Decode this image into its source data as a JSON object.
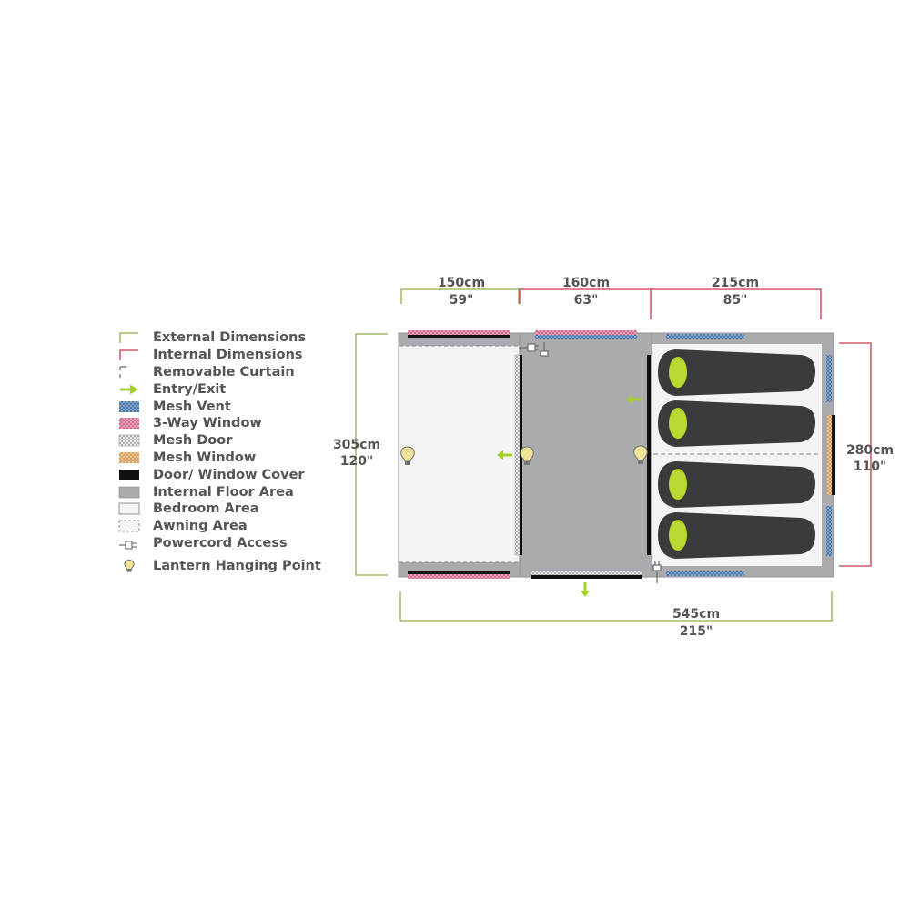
{
  "colors": {
    "external": "#8eae4a",
    "internal": "#c8364b",
    "mesh_vent": "#3d6a9c",
    "three_way_window": "#cf5c86",
    "mesh_door": "#bbbbbb",
    "mesh_window": "#d49650",
    "cover": "#111111",
    "floor": "#a9abae",
    "bedroom": "#f4f4f4",
    "sleeping_bag": "#3a3b3d",
    "sleeping_bag_hood": "#b8d930",
    "arrow": "#a6cf2a",
    "lantern": "#f0e49a",
    "text": "#555555"
  },
  "dimensions": {
    "section_1": {
      "cm": "150cm",
      "in": "59\""
    },
    "section_2": {
      "cm": "160cm",
      "in": "63\""
    },
    "section_3": {
      "cm": "215cm",
      "in": "85\""
    },
    "height_external": {
      "cm": "305cm",
      "in": "120\""
    },
    "height_internal": {
      "cm": "280cm",
      "in": "110\""
    },
    "total_length": {
      "cm": "545cm",
      "in": "215\""
    }
  },
  "legend": [
    {
      "key": "external",
      "label": "External Dimensions"
    },
    {
      "key": "internal",
      "label": "Internal Dimensions"
    },
    {
      "key": "curtain",
      "label": "Removable Curtain"
    },
    {
      "key": "entry",
      "label": "Entry/Exit"
    },
    {
      "key": "mesh_vent",
      "label": "Mesh Vent"
    },
    {
      "key": "three_way_window",
      "label": "3-Way Window"
    },
    {
      "key": "mesh_door",
      "label": "Mesh Door"
    },
    {
      "key": "mesh_window",
      "label": "Mesh Window"
    },
    {
      "key": "cover",
      "label": "Door/ Window Cover"
    },
    {
      "key": "floor",
      "label": "Internal Floor Area"
    },
    {
      "key": "bedroom",
      "label": "Bedroom Area"
    },
    {
      "key": "awning",
      "label": "Awning Area"
    },
    {
      "key": "powercord",
      "label": "Powercord Access"
    },
    {
      "key": "lantern",
      "label": "Lantern Hanging Point"
    }
  ]
}
